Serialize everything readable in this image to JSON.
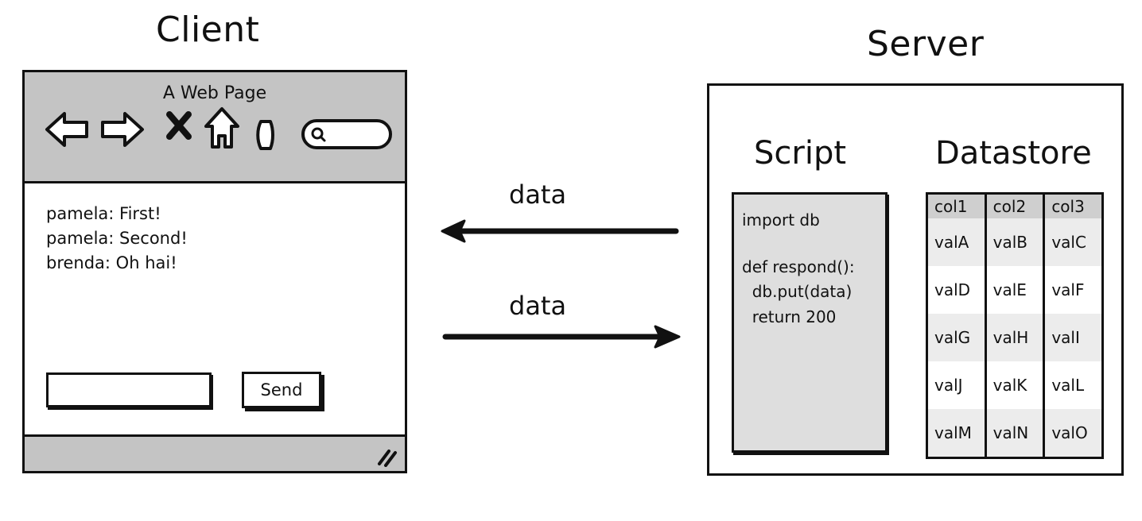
{
  "client": {
    "heading": "Client",
    "window_title": "A Web Page",
    "messages": [
      {
        "text": "pamela: First!"
      },
      {
        "text": "pamela: Second!"
      },
      {
        "text": "brenda: Oh hai!"
      }
    ],
    "send_label": "Send",
    "input_value": ""
  },
  "arrows": {
    "to_client_label": "data",
    "to_server_label": "data"
  },
  "server": {
    "heading": "Server",
    "script": {
      "heading": "Script",
      "code_lines": [
        "import db",
        "",
        "def respond():",
        "  db.put(data)",
        "  return 200"
      ]
    },
    "datastore": {
      "heading": "Datastore",
      "columns": [
        "col1",
        "col2",
        "col3"
      ],
      "rows": [
        [
          "valA",
          "valB",
          "valC"
        ],
        [
          "valD",
          "valE",
          "valF"
        ],
        [
          "valG",
          "valH",
          "valI"
        ],
        [
          "valJ",
          "valK",
          "valL"
        ],
        [
          "valM",
          "valN",
          "valO"
        ]
      ]
    }
  },
  "colors": {
    "stroke": "#111111",
    "toolbar_gray": "#c4c4c4",
    "script_gray": "#dedede",
    "table_header_gray": "#cfcfcf"
  }
}
